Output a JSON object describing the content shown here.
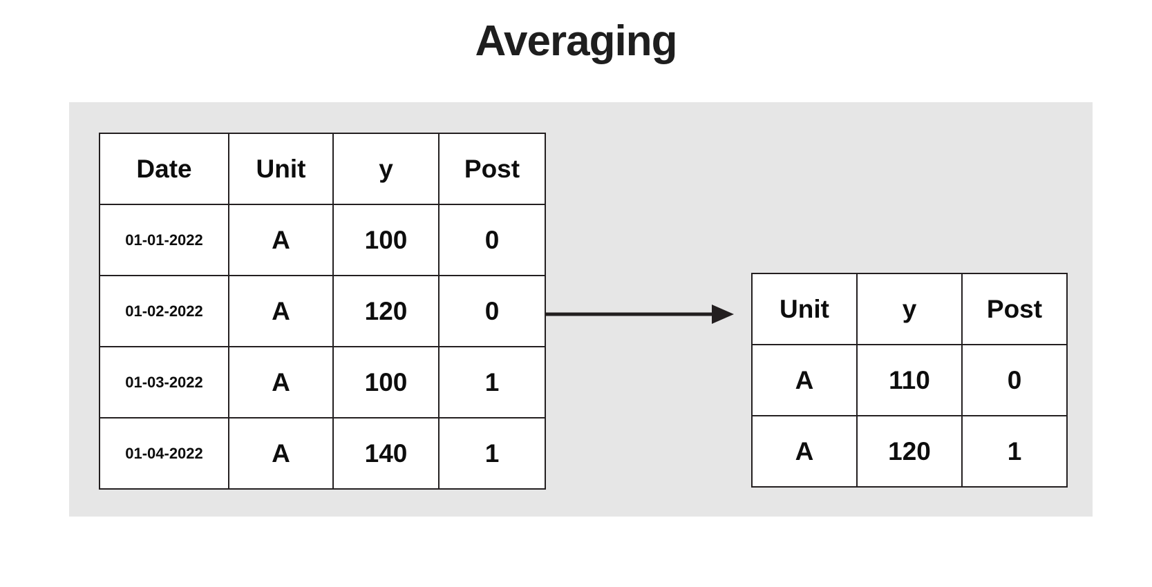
{
  "page": {
    "title": "Averaging",
    "background_color": "#ffffff",
    "panel_color": "#e6e6e6",
    "ink_color": "#231f20"
  },
  "arrow": {
    "name": "right-arrow-icon",
    "direction": "right"
  },
  "source_table": {
    "name": "source-panel-data-table",
    "columns": [
      "Date",
      "Unit",
      "y",
      "Post"
    ],
    "rows": [
      {
        "date": "01-01-2022",
        "unit": "A",
        "y": "100",
        "post": "0"
      },
      {
        "date": "01-02-2022",
        "unit": "A",
        "y": "120",
        "post": "0"
      },
      {
        "date": "01-03-2022",
        "unit": "A",
        "y": "100",
        "post": "1"
      },
      {
        "date": "01-04-2022",
        "unit": "A",
        "y": "140",
        "post": "1"
      }
    ]
  },
  "result_table": {
    "name": "aggregated-data-table",
    "columns": [
      "Unit",
      "y",
      "Post"
    ],
    "rows": [
      {
        "unit": "A",
        "y": "110",
        "post": "0"
      },
      {
        "unit": "A",
        "y": "120",
        "post": "1"
      }
    ]
  }
}
